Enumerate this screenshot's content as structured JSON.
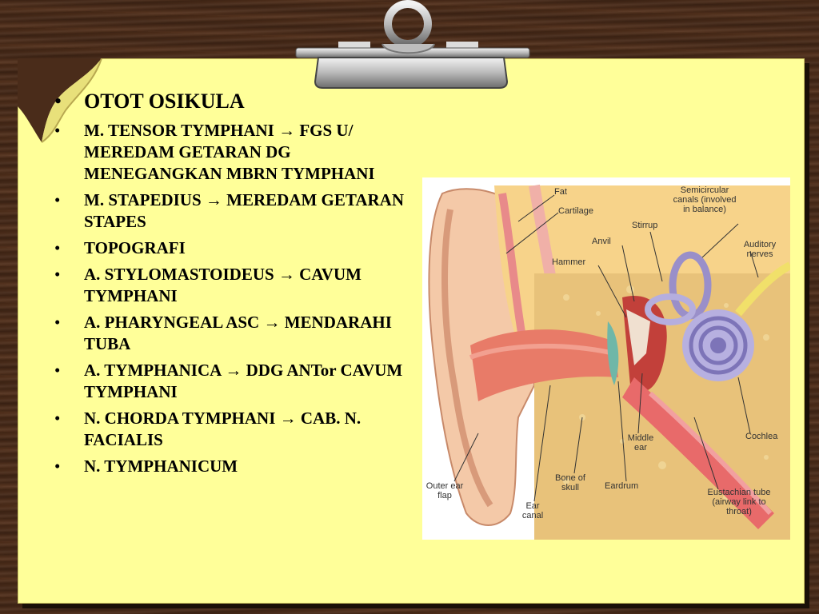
{
  "bullets": [
    {
      "text": "OTOT OSIKULA",
      "big": true
    },
    {
      "text": "M. TENSOR TYMPHANI → FGS U/ MEREDAM GETARAN DG MENEGANGKAN MBRN TYMPHANI"
    },
    {
      "text": "M. STAPEDIUS → MEREDAM GETARAN STAPES"
    },
    {
      "text": "TOPOGRAFI"
    },
    {
      "text": "A. STYLOMASTOIDEUS → CAVUM TYMPHANI"
    },
    {
      "text": "A. PHARYNGEAL ASC → MENDARAHI TUBA"
    },
    {
      "text": "A. TYMPHANICA → DDG ANTor CAVUM TYMPHANI"
    },
    {
      "text": "N. CHORDA TYMPHANI → CAB. N. FACIALIS"
    },
    {
      "text": "N. TYMPHANICUM"
    }
  ],
  "diagram_labels": {
    "fat": "Fat",
    "cartilage": "Cartilage",
    "stirrup": "Stirrup",
    "semicircular": "Semicircular canals (involved in balance)",
    "anvil": "Anvil",
    "auditory": "Auditory nerves",
    "hammer": "Hammer",
    "cochlea": "Cochlea",
    "middle_ear": "Middle ear",
    "outer_ear_flap": "Outer ear flap",
    "bone_of_skull": "Bone of skull",
    "eardrum": "Eardrum",
    "eustachian": "Eustachian tube (airway link to throat)",
    "ear_canal": "Ear canal"
  },
  "colors": {
    "paper": "#ffff99",
    "board": "#4a2c1a"
  }
}
